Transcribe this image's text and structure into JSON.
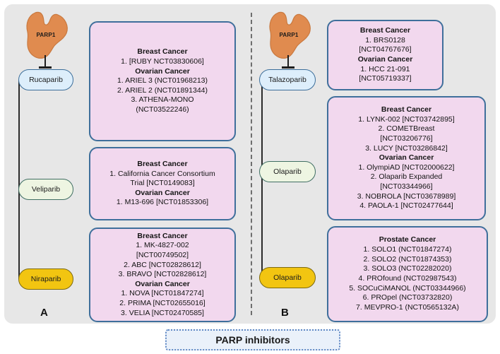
{
  "figure": {
    "legend_label": "PARP inhibitors",
    "panel_a_letter": "A",
    "panel_b_letter": "B",
    "protein_label": "PARP1",
    "colors": {
      "background": "#e7e7e7",
      "trial_box_fill": "#f2d8ee",
      "trial_box_border": "#3f6f9b",
      "protein_fill": "#e08b4f",
      "pill_blue": "#ddeefb",
      "pill_green": "#eef5e2",
      "pill_gold": "#f2c511",
      "legend_fill": "#eaf1fa",
      "legend_border": "#5f88c4"
    }
  },
  "panel_a": {
    "protein_label": "PARP1",
    "drugs": [
      {
        "name": "Rucaparib",
        "style": "blue"
      },
      {
        "name": "Veliparib",
        "style": "green"
      },
      {
        "name": "Niraparib",
        "style": "gold"
      }
    ],
    "boxes": [
      {
        "drug": "Rucaparib",
        "lines": [
          {
            "type": "header",
            "text": "Breast Cancer"
          },
          {
            "type": "item",
            "text": "1.  [RUBY NCT03830606]"
          },
          {
            "type": "header",
            "text": "Ovarian Cancer"
          },
          {
            "type": "item",
            "text": "1.  ARIEL 3 (NCT01968213)"
          },
          {
            "type": "item",
            "text": "2.  ARIEL 2 (NCT01891344)"
          },
          {
            "type": "item",
            "text": "3.  ATHENA-MONO"
          },
          {
            "type": "item",
            "text": "(NCT03522246)"
          }
        ]
      },
      {
        "drug": "Veliparib",
        "lines": [
          {
            "type": "header",
            "text": "Breast Cancer"
          },
          {
            "type": "item",
            "text": "1.  California Cancer Consortium"
          },
          {
            "type": "item",
            "text": "Trial [NCT0149083]"
          },
          {
            "type": "header",
            "text": "Ovarian Cancer"
          },
          {
            "type": "item",
            "text": "1.  M13-696 [NCT01853306]"
          }
        ]
      },
      {
        "drug": "Niraparib",
        "lines": [
          {
            "type": "header",
            "text": "Breast Cancer"
          },
          {
            "type": "item",
            "text": "1.  MK-4827-002"
          },
          {
            "type": "item",
            "text": "[NCT00749502]"
          },
          {
            "type": "item",
            "text": "2.  ABC [NCT02828612]"
          },
          {
            "type": "item",
            "text": "3.  BRAVO [NCT02828612]"
          },
          {
            "type": "header",
            "text": "Ovarian Cancer"
          },
          {
            "type": "item",
            "text": "1.  NOVA [NCT01847274]"
          },
          {
            "type": "item",
            "text": "2.  PRIMA [NCT02655016]"
          },
          {
            "type": "item",
            "text": "3.  VELIA [NCT02470585]"
          }
        ]
      }
    ]
  },
  "panel_b": {
    "protein_label": "PARP1",
    "drugs": [
      {
        "name": "Talazoparib",
        "style": "blue"
      },
      {
        "name": "Olaparib",
        "style": "green"
      },
      {
        "name": "Olaparib",
        "style": "gold"
      }
    ],
    "boxes": [
      {
        "drug": "Talazoparib",
        "lines": [
          {
            "type": "header",
            "text": "Breast Cancer"
          },
          {
            "type": "item",
            "text": "1.  BRS0128"
          },
          {
            "type": "item",
            "text": "[NCT04767676]"
          },
          {
            "type": "header",
            "text": "Ovarian Cancer"
          },
          {
            "type": "item",
            "text": "1.  HCC 21-091"
          },
          {
            "type": "item",
            "text": "[NCT05719337]"
          }
        ]
      },
      {
        "drug": "Olaparib",
        "lines": [
          {
            "type": "header",
            "text": "Breast Cancer"
          },
          {
            "type": "item",
            "text": "1.  LYNK-002 [NCT03742895]"
          },
          {
            "type": "item",
            "text": "2.  COMETBreast"
          },
          {
            "type": "item",
            "text": "[NCT03206776]"
          },
          {
            "type": "item",
            "text": "3.  LUCY [NCT03286842]"
          },
          {
            "type": "header",
            "text": "Ovarian Cancer"
          },
          {
            "type": "item",
            "text": "1.  OlympiAD [NCT02000622]"
          },
          {
            "type": "item",
            "text": "2.  Olaparib Expanded"
          },
          {
            "type": "item",
            "text": "[NCT03344966]"
          },
          {
            "type": "item",
            "text": "3.  NOBROLA [NCT03678989]"
          },
          {
            "type": "item",
            "text": "4.  PAOLA-1 [NCT02477644]"
          }
        ]
      },
      {
        "drug": "Olaparib",
        "lines": [
          {
            "type": "header",
            "text": "Prostate  Cancer"
          },
          {
            "type": "item",
            "text": "1.  SOLO1 (NCT01847274)"
          },
          {
            "type": "item",
            "text": "2.  SOLO2 (NCT01874353)"
          },
          {
            "type": "item",
            "text": "3.  SOLO3 (NCT02282020)"
          },
          {
            "type": "item",
            "text": "4.  PROfound (NCT02987543)"
          },
          {
            "type": "item",
            "text": "5.  SOCuCiMANOL (NCT03344966)"
          },
          {
            "type": "item",
            "text": "6.  PROpel (NCT03732820)"
          },
          {
            "type": "item",
            "text": "7.  MEVPRO-1 (NCT0565132A)"
          }
        ]
      }
    ]
  }
}
